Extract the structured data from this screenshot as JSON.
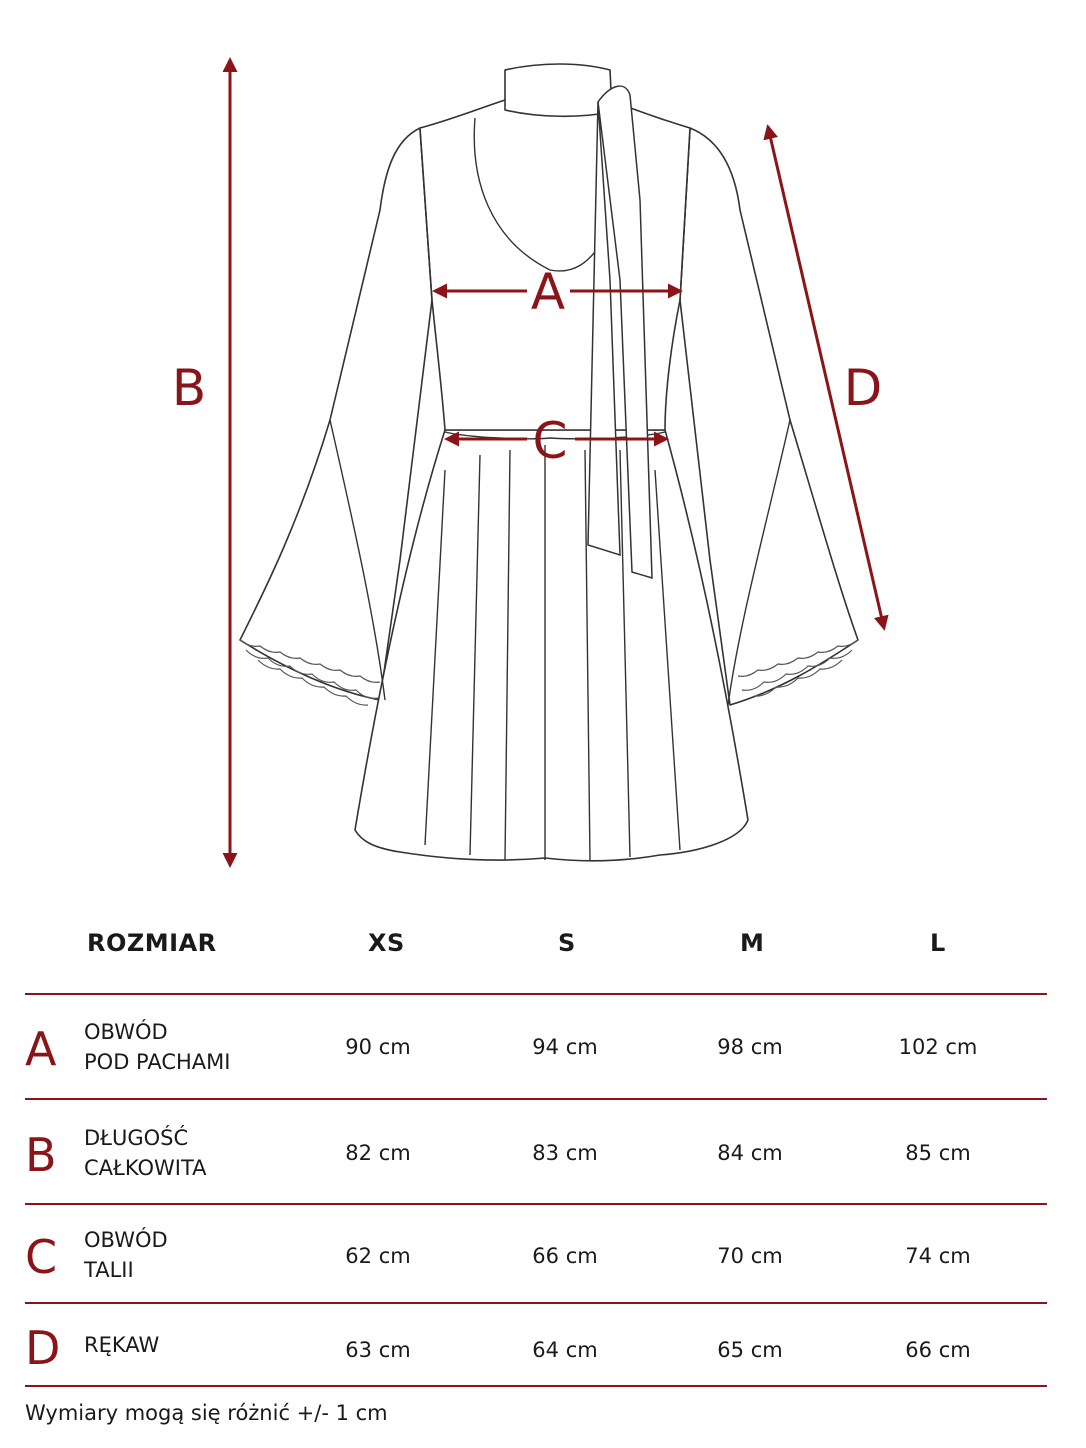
{
  "dimension_labels": [
    "A",
    "B",
    "C",
    "D"
  ],
  "table": {
    "headers": [
      "ROZMIAR",
      "XS",
      "S",
      "M",
      "L"
    ],
    "rows": [
      {
        "letter": "A",
        "label_lines": [
          "OBWÓD",
          "POD PACHAMI"
        ],
        "values": [
          "90 cm",
          "94 cm",
          "98 cm",
          "102 cm"
        ]
      },
      {
        "letter": "B",
        "label_lines": [
          "DŁUGOŚĆ",
          "CAŁKOWITA"
        ],
        "values": [
          "82 cm",
          "83 cm",
          "84 cm",
          "85 cm"
        ]
      },
      {
        "letter": "C",
        "label_lines": [
          "OBWÓD",
          "TALII"
        ],
        "values": [
          "62 cm",
          "66 cm",
          "70 cm",
          "74 cm"
        ]
      },
      {
        "letter": "D",
        "label_lines": [
          "RĘKAW"
        ],
        "values": [
          "63 cm",
          "64 cm",
          "65 cm",
          "66 cm"
        ]
      }
    ]
  },
  "note": "Wymiary mogą się różnić +/- 1 cm",
  "colors": {
    "accent": "#8b1418",
    "line": "#333333"
  }
}
